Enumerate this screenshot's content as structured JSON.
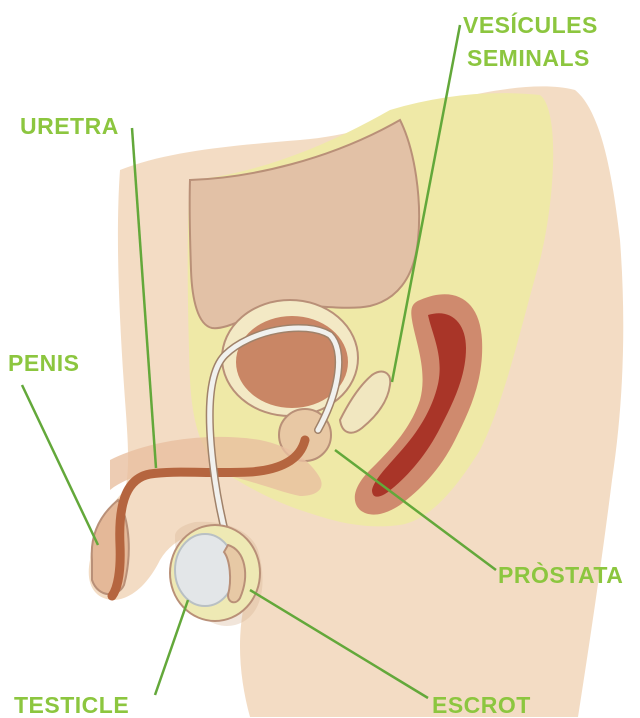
{
  "colors": {
    "label": "#8cc63f",
    "leader": "#63a83a",
    "skin": "#f3dcc4",
    "skin_dark": "#d8b494",
    "pelvic": "#efe9a7",
    "pelvic_edge": "#c8c08a",
    "bladder": "#c98665",
    "rectum_wall": "#cf8a6e",
    "rectum_inner": "#a93528",
    "urethra": "#b5653f",
    "vas_deferens": "#f1f1ee",
    "testicle": "#e3e6e8",
    "outline": "#a0826a"
  },
  "labels": {
    "vesicules_line1": "VESÍCULES",
    "vesicules_line2": "SEMINALS",
    "uretra": "URETRA",
    "penis": "PENIS",
    "prostata": "PRÒSTATA",
    "testicle": "TESTICLE",
    "escrot": "ESCROT"
  }
}
